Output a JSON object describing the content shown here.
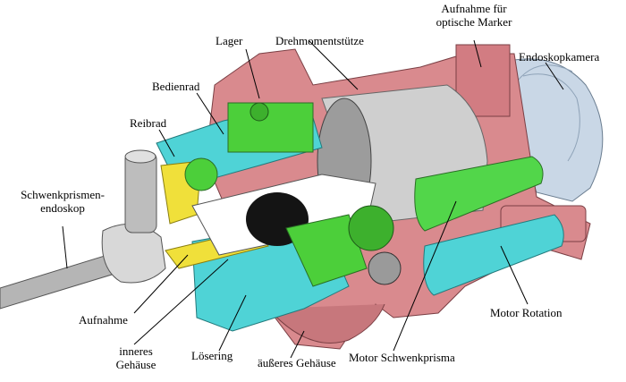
{
  "labels": {
    "lager": "Lager",
    "drehmomentstuetze": "Drehmomentstütze",
    "aufnahme_marker_1": "Aufnahme für",
    "aufnahme_marker_2": "optische Marker",
    "endoskopkamera": "Endoskopkamera",
    "bedienrad": "Bedienrad",
    "reibrad": "Reibrad",
    "schwenkprismen_1": "Schwenkprismen-",
    "schwenkprismen_2": "endoskop",
    "aufnahme": "Aufnahme",
    "inneres_1": "inneres",
    "inneres_2": "Gehäuse",
    "loesering": "Lösering",
    "aeusseres": "äußeres Gehäuse",
    "motor_schwenk": "Motor Schwenkprisma",
    "motor_rotation": "Motor Rotation"
  },
  "colors": {
    "outer_housing": "#d98a8e",
    "inner_cyan": "#4fd3d6",
    "green": "#4ccf3a",
    "yellow": "#f0e03a",
    "grey": "#c8c8c8",
    "dark": "#2a2a2a"
  }
}
